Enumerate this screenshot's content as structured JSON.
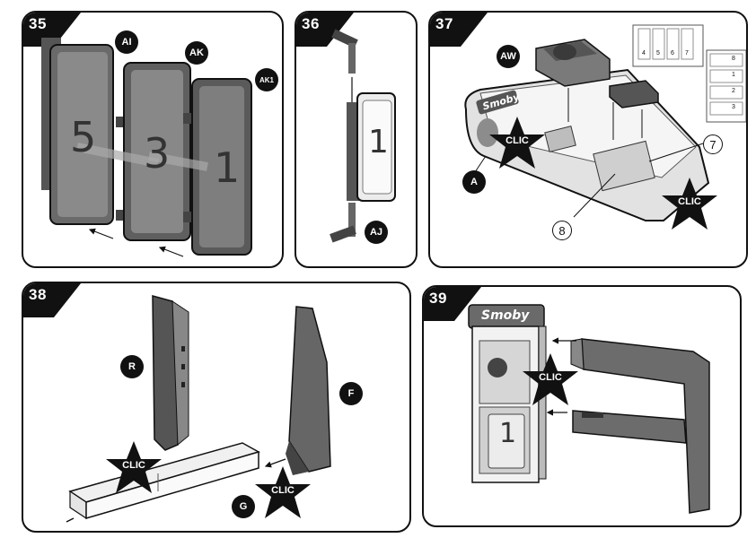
{
  "steps": [
    {
      "number": "35",
      "labels": [
        "AI",
        "AK",
        "AK1"
      ],
      "door_numbers": [
        "5",
        "3",
        "1"
      ]
    },
    {
      "number": "36",
      "labels": [
        "AJ"
      ],
      "door_number": "1"
    },
    {
      "number": "37",
      "labels": [
        "AW",
        "A"
      ],
      "callouts": [
        "7",
        "8"
      ],
      "clic": [
        "CLIC",
        "CLIC"
      ],
      "brand": "Smoby",
      "sticker_sheet_top": [
        "4",
        "5",
        "6",
        "7"
      ],
      "sticker_sheet_side": [
        "8",
        "1",
        "2",
        "3"
      ]
    },
    {
      "number": "38",
      "labels": [
        "R",
        "F",
        "G"
      ],
      "clic": [
        "CLIC",
        "CLIC"
      ]
    },
    {
      "number": "39",
      "clic": [
        "CLIC"
      ],
      "brand": "Smoby",
      "door_number": "1"
    }
  ],
  "colors": {
    "ink": "#111111",
    "part_dark": "#4a4a4a",
    "part_mid": "#8a8a8a",
    "part_light": "#d0d0d0"
  }
}
